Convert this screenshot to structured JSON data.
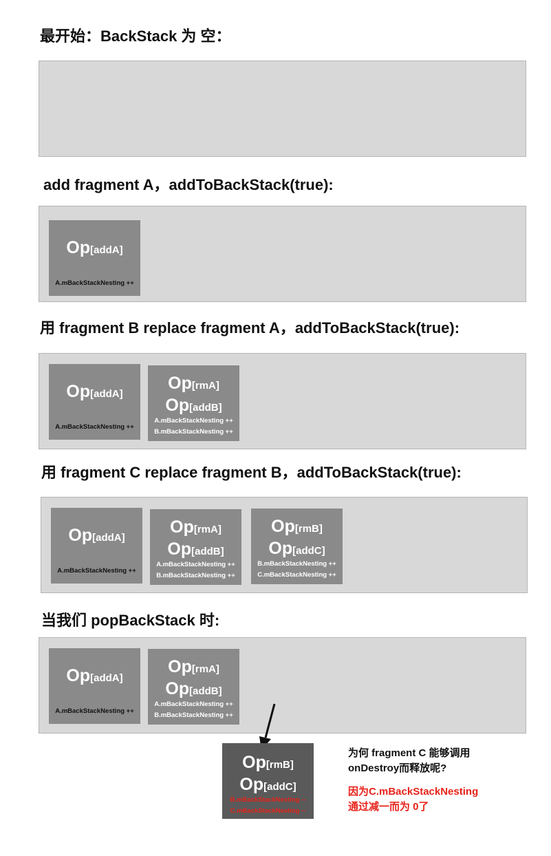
{
  "sections": [
    {
      "heading": "最开始：BackStack 为 空：",
      "ops": []
    },
    {
      "heading": "add fragment A，addToBackStack(true):",
      "ops": [
        {
          "lines": [
            {
              "op": "Op",
              "sub": "[addA]"
            }
          ],
          "nesting": [
            "A.mBackStackNesting ++"
          ]
        }
      ]
    },
    {
      "heading": "用 fragment B replace fragment A，addToBackStack(true):",
      "ops": [
        {
          "lines": [
            {
              "op": "Op",
              "sub": "[addA]"
            }
          ],
          "nesting": [
            "A.mBackStackNesting ++"
          ]
        },
        {
          "lines": [
            {
              "op": "Op",
              "sub": "[rmA]"
            },
            {
              "op": "Op",
              "sub": "[addB]"
            }
          ],
          "nesting": [
            "A.mBackStackNesting ++",
            "B.mBackStackNesting ++"
          ]
        }
      ]
    },
    {
      "heading": "用 fragment C replace fragment B，addToBackStack(true):",
      "ops": [
        {
          "lines": [
            {
              "op": "Op",
              "sub": "[addA]"
            }
          ],
          "nesting": [
            "A.mBackStackNesting ++"
          ]
        },
        {
          "lines": [
            {
              "op": "Op",
              "sub": "[rmA]"
            },
            {
              "op": "Op",
              "sub": "[addB]"
            }
          ],
          "nesting": [
            "A.mBackStackNesting ++",
            "B.mBackStackNesting ++"
          ]
        },
        {
          "lines": [
            {
              "op": "Op",
              "sub": "[rmB]"
            },
            {
              "op": "Op",
              "sub": "[addC]"
            }
          ],
          "nesting": [
            "B.mBackStackNesting ++",
            "C.mBackStackNesting ++"
          ]
        }
      ]
    },
    {
      "heading": "当我们 popBackStack 时:",
      "ops": [
        {
          "lines": [
            {
              "op": "Op",
              "sub": "[addA]"
            }
          ],
          "nesting": [
            "A.mBackStackNesting ++"
          ]
        },
        {
          "lines": [
            {
              "op": "Op",
              "sub": "[rmA]"
            },
            {
              "op": "Op",
              "sub": "[addB]"
            }
          ],
          "nesting": [
            "A.mBackStackNesting ++",
            "B.mBackStackNesting ++"
          ]
        }
      ]
    }
  ],
  "popped": {
    "lines": [
      {
        "op": "Op",
        "sub": "[rmB]"
      },
      {
        "op": "Op",
        "sub": "[addC]"
      }
    ],
    "nesting": [
      "B.mBackStackNesting --",
      "C.mBackStackNesting --"
    ]
  },
  "note": {
    "question": [
      "为何 fragment C 能够调用",
      "onDestroy而释放呢?"
    ],
    "answer": [
      "因为C.mBackStackNesting",
      "通过减一而为 0了"
    ]
  },
  "colors": {
    "panel": "#d8d8d8",
    "op_box": "#8a8a8a",
    "popped_box": "#5a5a5a",
    "accent_red": "#e8231a"
  }
}
